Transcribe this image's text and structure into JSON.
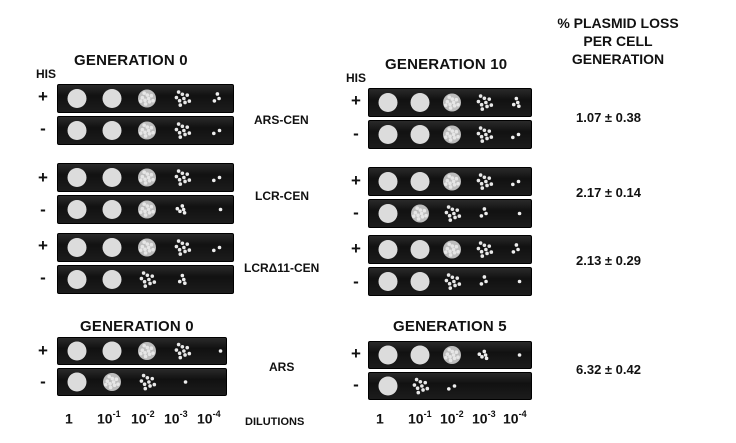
{
  "panel_titles": {
    "left_top": "GENERATION 0",
    "right_top": "GENERATION 10",
    "left_bottom": "GENERATION 0",
    "right_bottom": "GENERATION 5"
  },
  "his_label": "HIS",
  "loss_header": [
    "% PLASMID LOSS",
    "PER CELL",
    "GENERATION"
  ],
  "signs": {
    "plus": "+",
    "minus": "-"
  },
  "strains": [
    {
      "name": "ARS-CEN",
      "loss": "1.07 ± 0.38"
    },
    {
      "name": "LCR-CEN",
      "loss": "2.17 ± 0.14"
    },
    {
      "name": "LCRΔ11-CEN",
      "loss": "2.13 ± 0.29"
    },
    {
      "name": "ARS",
      "loss": "6.32 ± 0.42"
    }
  ],
  "dilutions": {
    "base": [
      "1",
      "10",
      "10",
      "10",
      "10"
    ],
    "exponents": [
      "",
      "-1",
      "-2",
      "-3",
      "-4"
    ],
    "word": "DILUTIONS"
  }
}
